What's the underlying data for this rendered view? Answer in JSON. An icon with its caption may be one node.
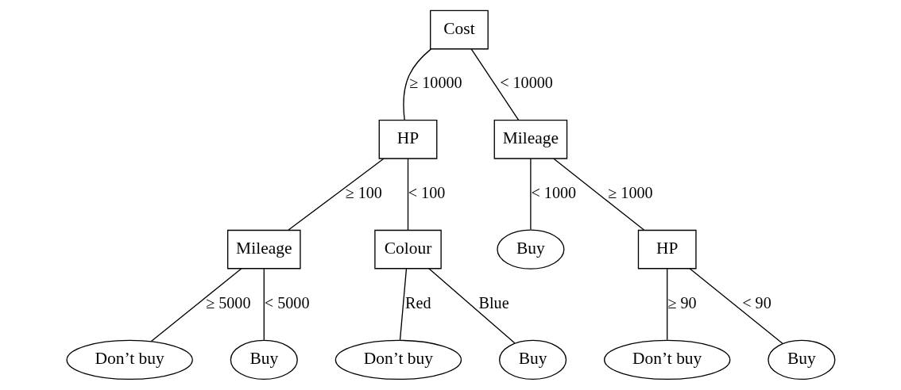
{
  "diagram": {
    "nodes": [
      {
        "text": [
          "Cost"
        ]
      },
      {
        "text": [
          "HP"
        ]
      },
      {
        "text": [
          "Mileage"
        ]
      },
      {
        "text": [
          "Mileage"
        ]
      },
      {
        "text": [
          "Colour"
        ]
      },
      {
        "text": [
          "Buy"
        ]
      },
      {
        "text": [
          "HP"
        ]
      },
      {
        "text": [
          "Don’t buy"
        ]
      },
      {
        "text": [
          "Buy"
        ]
      },
      {
        "text": [
          "Don’t buy"
        ]
      },
      {
        "text": [
          "Buy"
        ]
      },
      {
        "text": [
          "Don’t buy"
        ]
      },
      {
        "text": [
          "Buy"
        ]
      }
    ],
    "edges": [
      {
        "from": 0,
        "to": 1,
        "arrow": "none",
        "label": "≥ 10000"
      },
      {
        "from": 0,
        "to": 2,
        "arrow": "none",
        "label": "< 10000"
      },
      {
        "from": 1,
        "to": 3,
        "arrow": "none",
        "label": "≥ 100"
      },
      {
        "from": 1,
        "to": 4,
        "arrow": "none",
        "label": "< 100"
      },
      {
        "from": 2,
        "to": 5,
        "arrow": "none",
        "label": "< 1000"
      },
      {
        "from": 2,
        "to": 6,
        "arrow": "none",
        "label": "≥ 1000"
      },
      {
        "from": 3,
        "to": 7,
        "arrow": "none",
        "label": "≥ 5000"
      },
      {
        "from": 3,
        "to": 8,
        "arrow": "none",
        "label": "< 5000"
      },
      {
        "from": 4,
        "to": 9,
        "arrow": "none",
        "label": "Red"
      },
      {
        "from": 4,
        "to": 10,
        "arrow": "none",
        "label": "Blue"
      },
      {
        "from": 6,
        "to": 11,
        "arrow": "none",
        "label": "≥ 90"
      },
      {
        "from": 6,
        "to": 12,
        "arrow": "none",
        "label": "< 90"
      }
    ]
  }
}
